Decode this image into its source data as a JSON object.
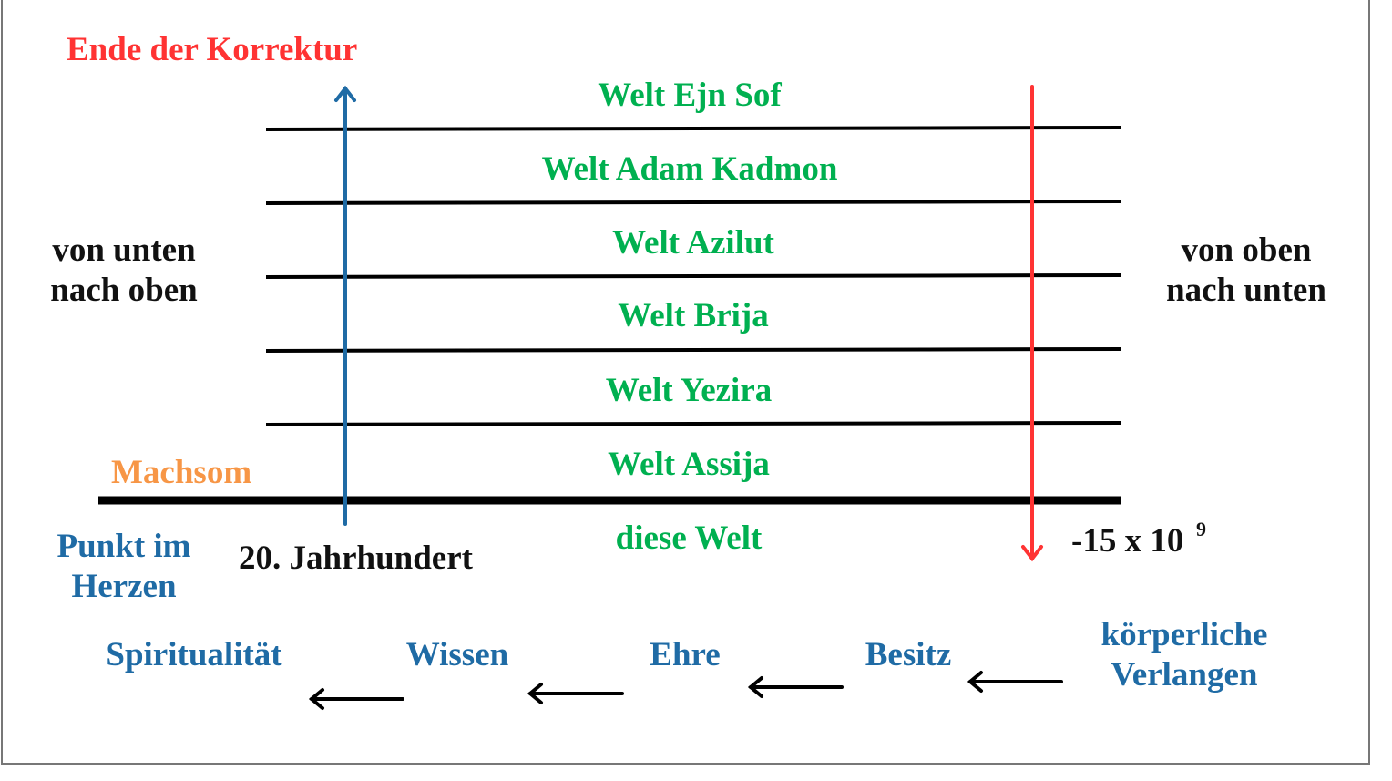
{
  "title": "Ende der Korrektur",
  "worlds": [
    "Welt Ejn Sof",
    "Welt Adam Kadmon",
    "Welt Azilut",
    "Welt Brija",
    "Welt Yezira",
    "Welt Assija",
    "diese Welt"
  ],
  "left_direction": [
    "von unten",
    "nach oben"
  ],
  "right_direction": [
    "von oben",
    "nach unten"
  ],
  "barrier_label": "Machsom",
  "point_in_heart": [
    "Punkt im",
    "Herzen"
  ],
  "century_label": "20. Jahrhundert",
  "time_label": {
    "base": "-15 x 10",
    "exponent": "9"
  },
  "desires": {
    "spirituality": "Spiritualität",
    "knowledge": "Wissen",
    "honor": "Ehre",
    "wealth": "Besitz",
    "bodily": [
      "körperliche",
      "Verlangen"
    ]
  },
  "colors": {
    "green": "#00B050",
    "red": "#FF3333",
    "blue": "#1F6BA5",
    "orange": "#F79646"
  }
}
